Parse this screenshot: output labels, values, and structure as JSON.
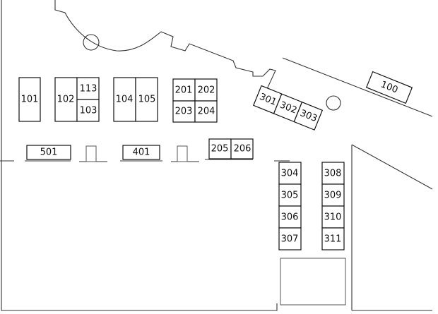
{
  "floor_plan": {
    "booths": [
      {
        "id": "b101",
        "label": "101"
      },
      {
        "id": "b102",
        "label": "102"
      },
      {
        "id": "b113",
        "label": "113"
      },
      {
        "id": "b103",
        "label": "103"
      },
      {
        "id": "b104",
        "label": "104"
      },
      {
        "id": "b105",
        "label": "105"
      },
      {
        "id": "b201",
        "label": "201"
      },
      {
        "id": "b202",
        "label": "202"
      },
      {
        "id": "b203",
        "label": "203"
      },
      {
        "id": "b204",
        "label": "204"
      },
      {
        "id": "b301",
        "label": "301"
      },
      {
        "id": "b302",
        "label": "302"
      },
      {
        "id": "b303",
        "label": "303"
      },
      {
        "id": "b100",
        "label": "100"
      },
      {
        "id": "b501",
        "label": "501"
      },
      {
        "id": "b401",
        "label": "401"
      },
      {
        "id": "b205",
        "label": "205"
      },
      {
        "id": "b206",
        "label": "206"
      },
      {
        "id": "b304",
        "label": "304"
      },
      {
        "id": "b305",
        "label": "305"
      },
      {
        "id": "b306",
        "label": "306"
      },
      {
        "id": "b307",
        "label": "307"
      },
      {
        "id": "b308",
        "label": "308"
      },
      {
        "id": "b309",
        "label": "309"
      },
      {
        "id": "b310",
        "label": "310"
      },
      {
        "id": "b311",
        "label": "311"
      }
    ]
  }
}
